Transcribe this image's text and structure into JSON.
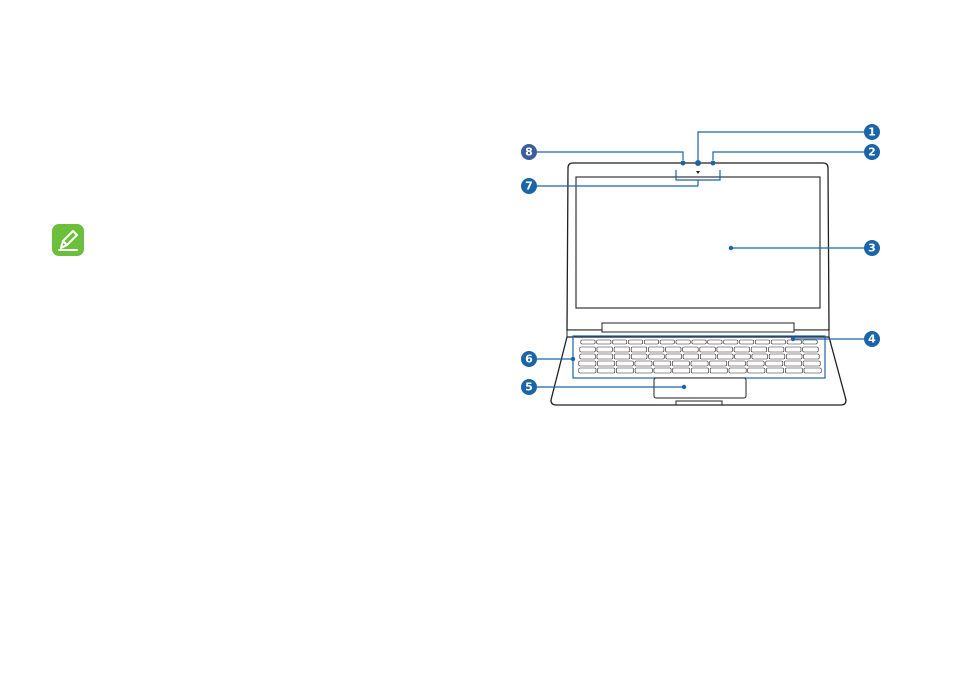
{
  "icons": {
    "note": "note-pencil-icon"
  },
  "colors": {
    "callout": "#1a64a8",
    "callout_alt": "#3b5f9c",
    "note_icon": "#6bbf3a",
    "outline": "#231f20",
    "highlight": "#1a64a8"
  },
  "callouts": [
    {
      "id": "1",
      "label": "1"
    },
    {
      "id": "2",
      "label": "2"
    },
    {
      "id": "3",
      "label": "3"
    },
    {
      "id": "4",
      "label": "4"
    },
    {
      "id": "5",
      "label": "5"
    },
    {
      "id": "6",
      "label": "6"
    },
    {
      "id": "7",
      "label": "7"
    },
    {
      "id": "8",
      "label": "8"
    }
  ]
}
